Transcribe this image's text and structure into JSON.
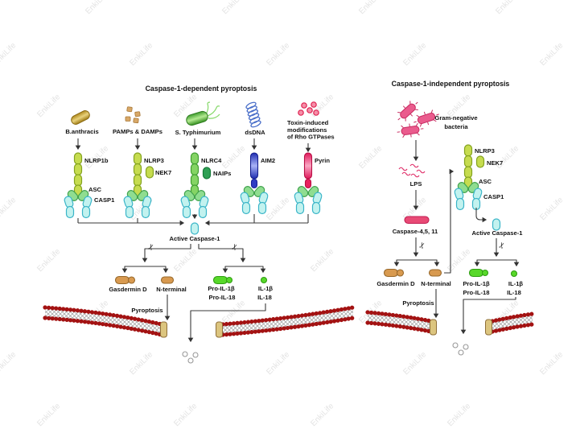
{
  "watermark": {
    "text": "EnkiLife"
  },
  "icons": {
    "scissors": "✂"
  },
  "colors": {
    "sensor_yellow_green": "#c6dc4f",
    "nlrc4_green": "#85d465",
    "naips_dark_green": "#2fa054",
    "asc_green": "#8fdd90",
    "casp1_cyan": "#c2f2ef",
    "aim2_blue": "#1e2cb0",
    "pyrin_pink": "#e0175a",
    "anthracis_gold": "#c9a227",
    "gasdermin_tan": "#d89a50",
    "il_green": "#58d82a",
    "caspase_pill_pink": "#e84a75",
    "bacteria_pink": "#ea5b8d",
    "membrane_red": "#a31212",
    "dsdna_blue": "#4a6fc9",
    "lps_pink": "#e0306a"
  },
  "left": {
    "title": "Caspase-1-dependent pyroptosis",
    "triggers": {
      "anthracis": "B.anthracis",
      "pamps": "PAMPs & DAMPs",
      "styphimurium": "S. Typhimurium",
      "dsdna": "dsDNA",
      "toxin1": "Toxin-induced",
      "toxin2": "modifications",
      "toxin3": "of Rho GTPases"
    },
    "receptors": {
      "nlrp1b": "NLRP1b",
      "nlrp3": "NLRP3",
      "nek7": "NEK7",
      "nlrc4": "NLRC4",
      "naips": "NAIPs",
      "aim2": "AIM2",
      "pyrin": "Pyrin",
      "asc": "ASC",
      "casp1": "CASP1"
    },
    "active_caspase1": "Active Caspase-1",
    "gasdermin_d": "Gasdermin D",
    "n_terminal": "N-terminal",
    "pro_il1b": "Pro-IL-1β",
    "pro_il18": "Pro-IL-18",
    "il1b": "IL-1β",
    "il18": "IL-18",
    "pyroptosis": "Pyroptosis"
  },
  "right": {
    "title": "Caspase-1-independent pyroptosis",
    "gram_negative1": "Gram-negative",
    "gram_negative2": "bacteria",
    "lps": "LPS",
    "caspase_4_5_11": "Caspase-4,5, 11",
    "nlrp3": "NLRP3",
    "nek7": "NEK7",
    "asc": "ASC",
    "casp1": "CASP1",
    "active_caspase1": "Active Caspase-1",
    "gasdermin_d": "Gasdermin D",
    "n_terminal": "N-terminal",
    "pro_il1b": "Pro-IL-1β",
    "pro_il18": "Pro-IL-18",
    "il1b": "IL-1β",
    "il18": "IL-18",
    "pyroptosis": "Pyroptosis"
  }
}
